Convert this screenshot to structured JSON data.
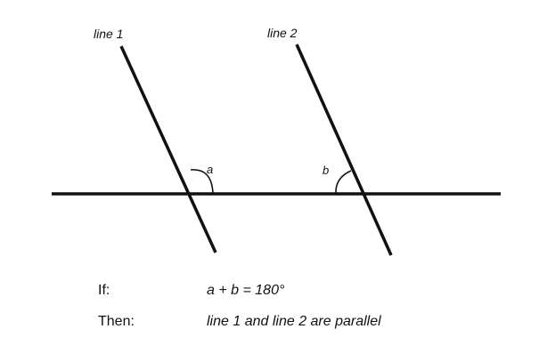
{
  "labels": {
    "line1": "line 1",
    "line2": "line 2",
    "angle_a": "a",
    "angle_b": "b"
  },
  "statement": {
    "if_label": "If:",
    "if_text": "a + b = 180°",
    "then_label": "Then:",
    "then_text": "line 1 and line 2 are parallel"
  },
  "colors": {
    "stroke": "#111111",
    "background": "#ffffff"
  }
}
